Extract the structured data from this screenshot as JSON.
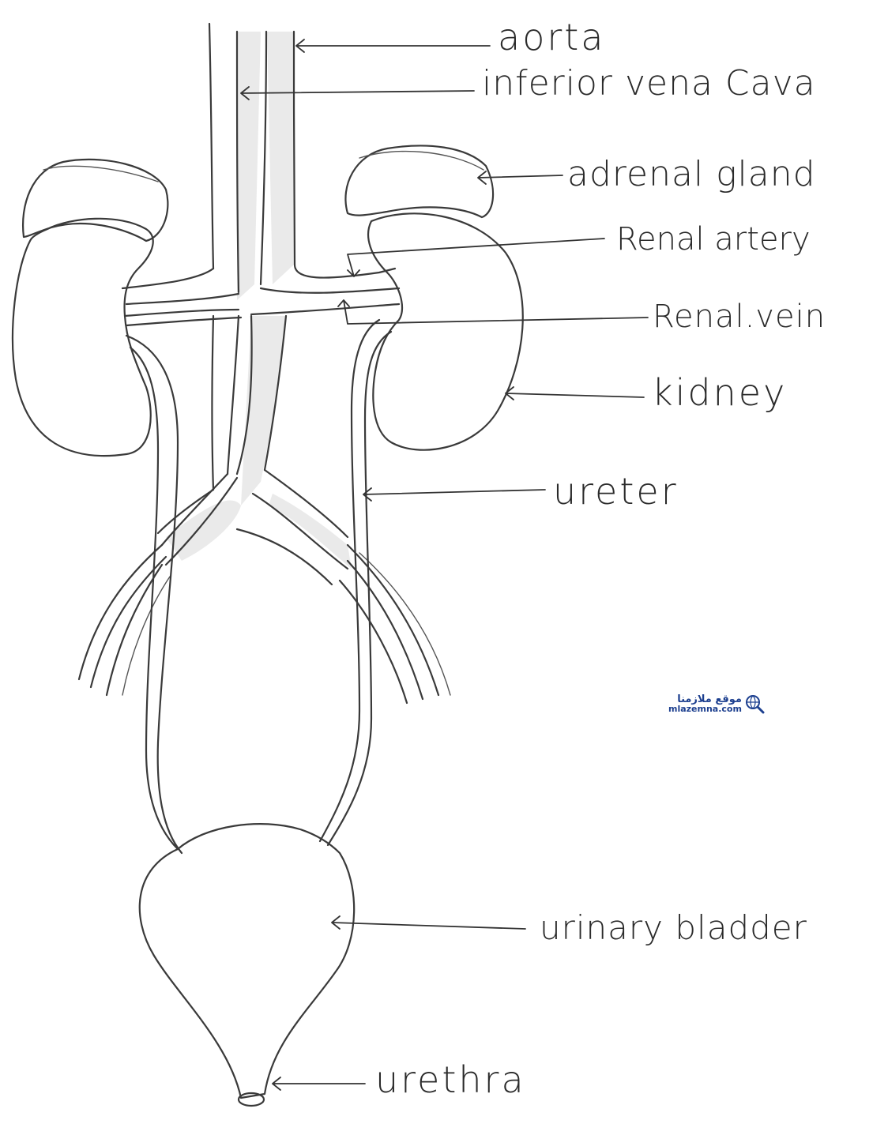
{
  "labels": {
    "aorta": "aorta",
    "ivc": "inferior vena Cava",
    "adrenal": "adrenal gland",
    "renal_artery": "Renal artery",
    "renal_vein": "Renal.vein",
    "kidney": "kidney",
    "ureter": "ureter",
    "bladder": "urinary bladder",
    "urethra": "urethra"
  },
  "watermark": {
    "arabic": "موقع ملازمنا",
    "site": "mlazemna.com"
  }
}
